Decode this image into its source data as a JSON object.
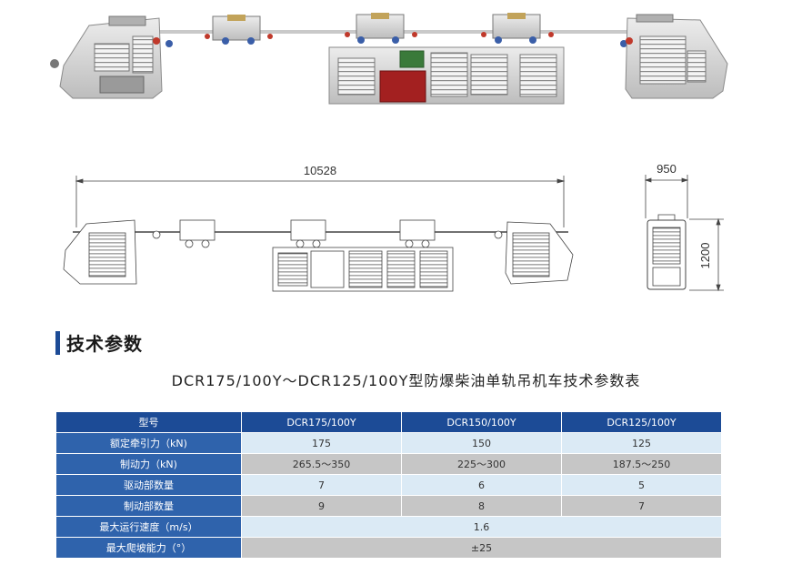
{
  "drawing": {
    "length_dim": "10528",
    "width_dim": "950",
    "height_dim": "1200"
  },
  "section": {
    "heading": "技术参数"
  },
  "table": {
    "title": "DCR175/100Y～DCR125/100Y型防爆柴油单轨吊机车技术参数表",
    "header": [
      "型号",
      "DCR175/100Y",
      "DCR150/100Y",
      "DCR125/100Y"
    ],
    "rows": [
      {
        "label": "额定牵引力（kN)",
        "values": [
          "175",
          "150",
          "125"
        ]
      },
      {
        "label": "制动力（kN)",
        "values": [
          "265.5～350",
          "225～300",
          "187.5～250"
        ]
      },
      {
        "label": "驱动部数量",
        "values": [
          "7",
          "6",
          "5"
        ]
      },
      {
        "label": "制动部数量",
        "values": [
          "9",
          "8",
          "7"
        ]
      },
      {
        "label": "最大运行速度（m/s）",
        "values": [
          "1.6"
        ]
      },
      {
        "label": "最大爬坡能力（°）",
        "values": [
          "±25"
        ]
      }
    ]
  },
  "colors": {
    "header_blue": "#1c4b96",
    "row_blue": "#2f63ac",
    "light_row": "#dbeaf5",
    "gray_row": "#c6c6c6"
  }
}
